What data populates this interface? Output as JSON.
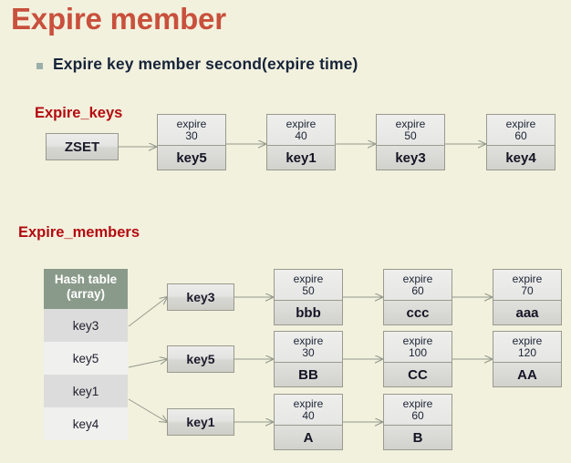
{
  "slide": {
    "title": "Expire member",
    "bullet": "Expire  key  member  second(expire time)",
    "bullet_marker": "square-bullet-icon"
  },
  "colors": {
    "background": "#f2f1de",
    "title": "#c8503c",
    "section_label": "#b40b10",
    "bullet_text": "#17243a",
    "bullet_marker": "#9bb0ab",
    "hash_header_bg": "#8a9a8a",
    "hash_header_text": "#ffffff",
    "box_border": "#9a9a8e",
    "box_fill": "#e2e2df",
    "connector": "#93998c"
  },
  "expire_keys": {
    "label": "Expire_keys",
    "root": "ZSET",
    "nodes": [
      {
        "expire_word": "expire",
        "expire": "30",
        "value": "key5"
      },
      {
        "expire_word": "expire",
        "expire": "40",
        "value": "key1"
      },
      {
        "expire_word": "expire",
        "expire": "50",
        "value": "key3"
      },
      {
        "expire_word": "expire",
        "expire": "60",
        "value": "key4"
      }
    ]
  },
  "expire_members": {
    "label": "Expire_members",
    "hash_table": {
      "header_line1": "Hash table",
      "header_line2": "(array)",
      "cells": [
        "key3",
        "key5",
        "key1",
        "key4"
      ]
    },
    "rows": [
      {
        "key": "key3",
        "nodes": [
          {
            "expire_word": "expire",
            "expire": "50",
            "value": "bbb"
          },
          {
            "expire_word": "expire",
            "expire": "60",
            "value": "ccc"
          },
          {
            "expire_word": "expire",
            "expire": "70",
            "value": "aaa"
          }
        ]
      },
      {
        "key": "key5",
        "nodes": [
          {
            "expire_word": "expire",
            "expire": "30",
            "value": "BB"
          },
          {
            "expire_word": "expire",
            "expire": "100",
            "value": "CC"
          },
          {
            "expire_word": "expire",
            "expire": "120",
            "value": "AA"
          }
        ]
      },
      {
        "key": "key1",
        "nodes": [
          {
            "expire_word": "expire",
            "expire": "40",
            "value": "A"
          },
          {
            "expire_word": "expire",
            "expire": "60",
            "value": "B"
          }
        ]
      }
    ]
  }
}
